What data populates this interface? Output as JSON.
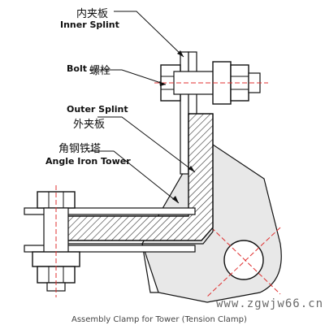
{
  "labels": {
    "inner_splint_cn": "内夹板",
    "inner_splint_en": "Inner Splint",
    "bolt_en": "Bolt",
    "bolt_cn": "螺栓",
    "outer_splint_en": "Outer Splint",
    "outer_splint_cn": "外夹板",
    "angle_iron_cn": "角钢铁塔",
    "angle_iron_en": "Angle Iron Tower"
  },
  "watermark": "www.zgwjw66.cn",
  "caption": "Assembly Clamp for Tower (Tension Clamp)",
  "colors": {
    "line": "#111111",
    "centerline": "#e03030",
    "hatch": "#333333",
    "fill_light": "#e6e6e6",
    "fill_mid": "#cfcfcf"
  }
}
